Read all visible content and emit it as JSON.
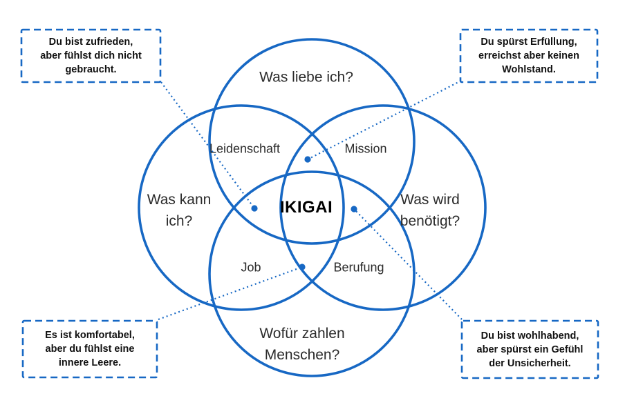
{
  "colors": {
    "accent_blue": "#1768c4",
    "text_dark": "#2b2b2b",
    "background": "#ffffff"
  },
  "diagram": {
    "center_label": "IKIGAI",
    "circles": {
      "love": {
        "lines": [
          "Was liebe ich?"
        ]
      },
      "skills": {
        "lines": [
          "Was kann",
          "ich?"
        ]
      },
      "needs": {
        "lines": [
          "Was wird",
          "benötigt?"
        ]
      },
      "paid": {
        "lines": [
          "Wofür zahlen",
          "Menschen?"
        ]
      }
    },
    "overlaps": {
      "passion": "Leidenschaft",
      "mission": "Mission",
      "job": "Job",
      "vocation": "Berufung"
    }
  },
  "callouts": {
    "top_left": {
      "lines": [
        "Du bist zufrieden,",
        "aber fühlst dich nicht",
        "gebraucht."
      ]
    },
    "top_right": {
      "lines": [
        "Du spürst Erfüllung,",
        "erreichst aber keinen",
        "Wohlstand."
      ]
    },
    "bottom_left": {
      "lines": [
        "Es ist komfortabel,",
        "aber du fühlst eine",
        "innere Leere."
      ]
    },
    "bottom_right": {
      "lines": [
        "Du bist wohlhabend,",
        "aber spürst ein Gefühl",
        "der Unsicherheit."
      ]
    }
  }
}
